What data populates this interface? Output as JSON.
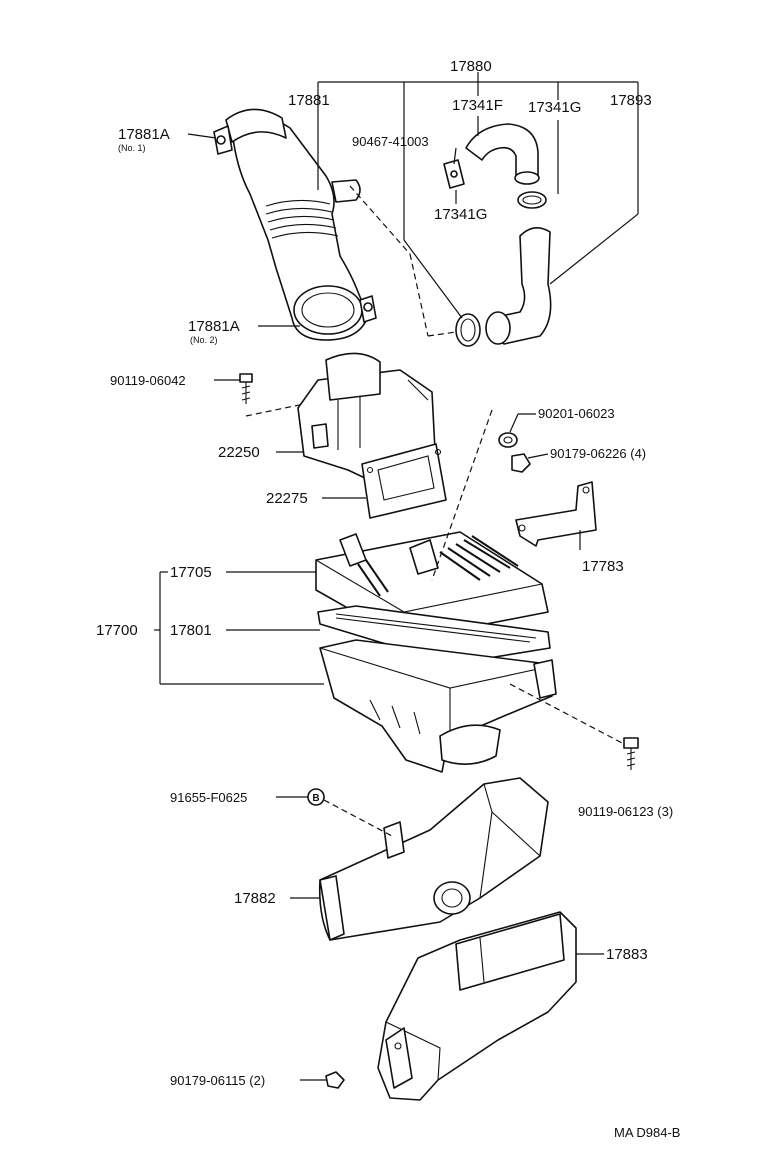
{
  "labels": {
    "p17880": "17880",
    "p17881": "17881",
    "p17881A_1": "17881A",
    "p17881A_1_note": "(No. 1)",
    "p17341F": "17341F",
    "p17341G_top": "17341G",
    "p17893": "17893",
    "p90467": "90467-41003",
    "p17341G_bottom": "17341G",
    "p17881A_2": "17881A",
    "p17881A_2_note": "(No. 2)",
    "p90119_06042": "90119-06042",
    "p22250": "22250",
    "p22275": "22275",
    "p90201": "90201-06023",
    "p90179_06226": "90179-06226 (4)",
    "p17783": "17783",
    "p17705": "17705",
    "p17700": "17700",
    "p17801": "17801",
    "p90119_06123": "90119-06123 (3)",
    "p91655": "91655-F0625",
    "b_mark": "B",
    "p17882": "17882",
    "p17883": "17883",
    "p90179_06115": "90179-06115 (2)",
    "ref": "MA D984-B"
  }
}
